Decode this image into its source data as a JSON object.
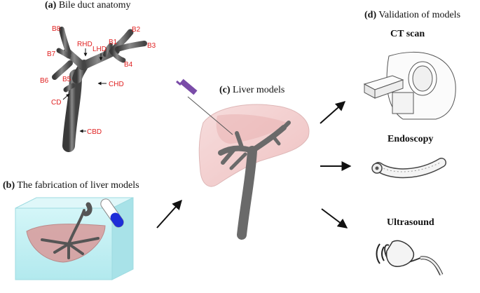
{
  "panels": {
    "a": {
      "letter": "(a)",
      "title": "Bile duct anatomy"
    },
    "b": {
      "letter": "(b)",
      "title": "The fabrication of liver models"
    },
    "c": {
      "letter": "(c)",
      "title": "Liver models"
    },
    "d": {
      "letter": "(d)",
      "title": "Validation of models"
    }
  },
  "anatomy_labels": {
    "b8": "B8",
    "b7": "B7",
    "b6": "B6",
    "b5": "B5",
    "b1": "B1",
    "b2": "B2",
    "b3": "B3",
    "b4": "B4",
    "rhd": "RHD",
    "lhd": "LHD",
    "chd": "CHD",
    "cd": "CD",
    "cbd": "CBD"
  },
  "validation": {
    "ct": "CT scan",
    "endoscopy": "Endoscopy",
    "ultrasound": "Ultrasound"
  },
  "colors": {
    "duct": "#6e6e6e",
    "duct_dark": "#3c3c3c",
    "label_red": "#e02020",
    "liver_pink": "#e9a3a3",
    "tank_cyan": "#bfeef2",
    "tube_blue": "#1e2ed8",
    "syringe_purple": "#7a4ca8"
  }
}
